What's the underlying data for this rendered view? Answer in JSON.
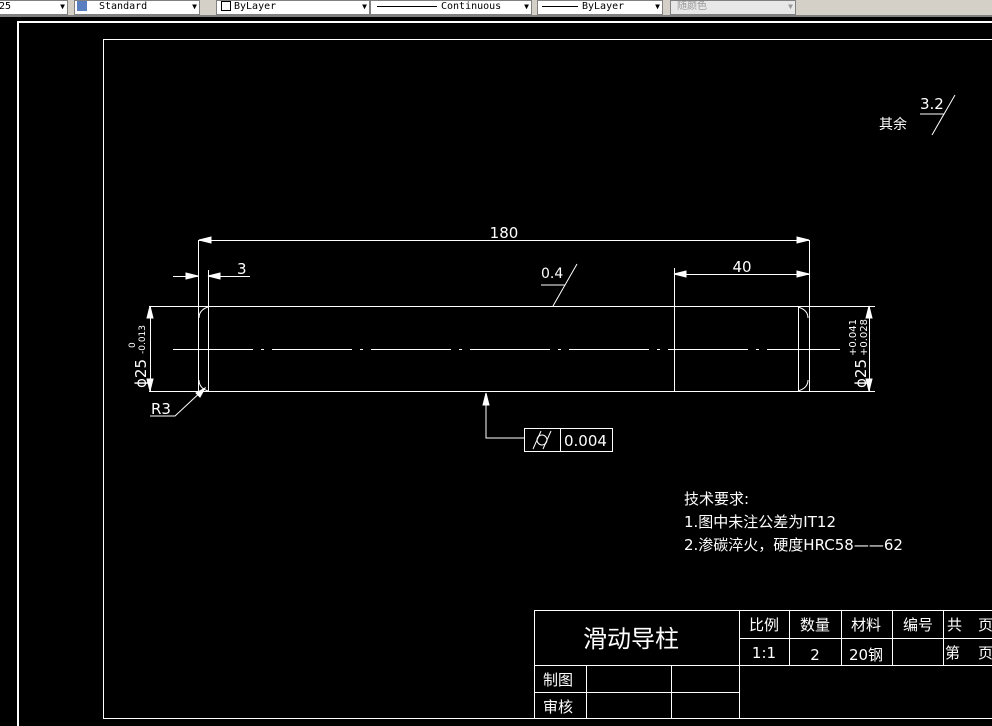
{
  "toolbar": {
    "dimstyle": "25",
    "textstyle": "Standard",
    "layer": "ByLayer",
    "linetype": "Continuous",
    "lineweight": "ByLayer",
    "color": "随颜色"
  },
  "drawing": {
    "roughness_other_label": "其余",
    "roughness_other_value": "3.2",
    "roughness_value": "0.4",
    "dim_length": "180",
    "dim_chamfer": "3",
    "dim_right": "40",
    "dim_left_dia": "ϕ25",
    "dim_left_tol_upper": "0",
    "dim_left_tol_lower": "-0.013",
    "dim_right_dia": "ϕ25",
    "dim_right_tol_upper": "+0.041",
    "dim_right_tol_lower": "+0.028",
    "radius": "R3",
    "tolerance_value": "0.004",
    "tolerance_symbol": "cylindricity-icon"
  },
  "notes": {
    "title": "技术要求:",
    "lines": [
      "1.图中未注公差为IT12",
      "2.渗碳淬火，硬度HRC58——62"
    ]
  },
  "title_block": {
    "part_name": "滑动导柱",
    "headers": [
      "比例",
      "数量",
      "材料",
      "编号",
      "共",
      "页"
    ],
    "values": [
      "1:1",
      "2",
      "20钢",
      "",
      "第",
      "页"
    ],
    "drawn_by": "制图",
    "checked_by": "审核"
  }
}
